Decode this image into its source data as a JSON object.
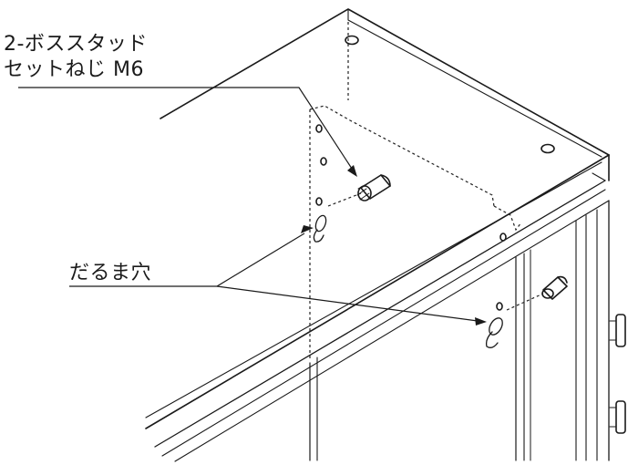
{
  "labels": {
    "stud_line1": "2-ボススタッド",
    "stud_line2": "セットねじ M6",
    "keyhole": "だるま穴"
  },
  "colors": {
    "line": "#1a1a1a",
    "dash": "#222222",
    "background": "#ffffff"
  }
}
